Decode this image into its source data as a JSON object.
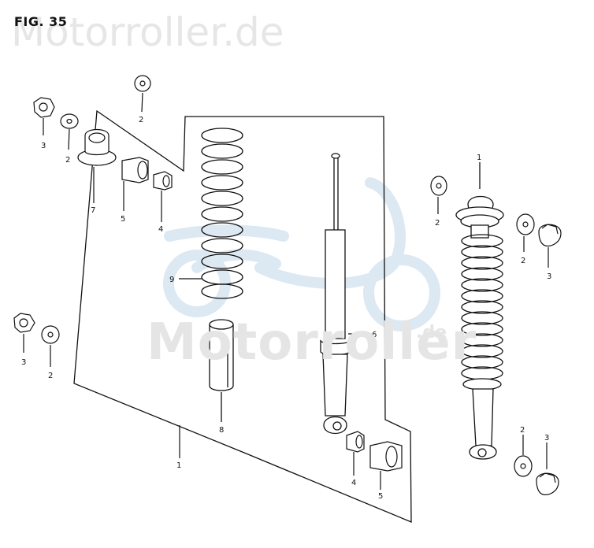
{
  "figure_label": "FIG. 35",
  "watermark": {
    "top_text": "Motorroller.de",
    "center_text": "Motorroller",
    "center_suffix": ".de"
  },
  "callouts": {
    "c1_bottom": "1",
    "c1_right": "1",
    "c2_top": "2",
    "c2_upper_left": "2",
    "c2_left": "2",
    "c2_right_a": "2",
    "c2_right_b": "2",
    "c2_right_bottom": "2",
    "c3_upper_left": "3",
    "c3_left": "3",
    "c3_right": "3",
    "c3_right_bottom": "3",
    "c4_upper": "4",
    "c4_lower": "4",
    "c5_upper": "5",
    "c5_lower": "5",
    "c6": "6",
    "c7": "7",
    "c8": "8",
    "c9": "9"
  },
  "colors": {
    "line": "#111111",
    "watermark": "#e5e5e5",
    "scooter_watermark": "#dce8f2"
  }
}
